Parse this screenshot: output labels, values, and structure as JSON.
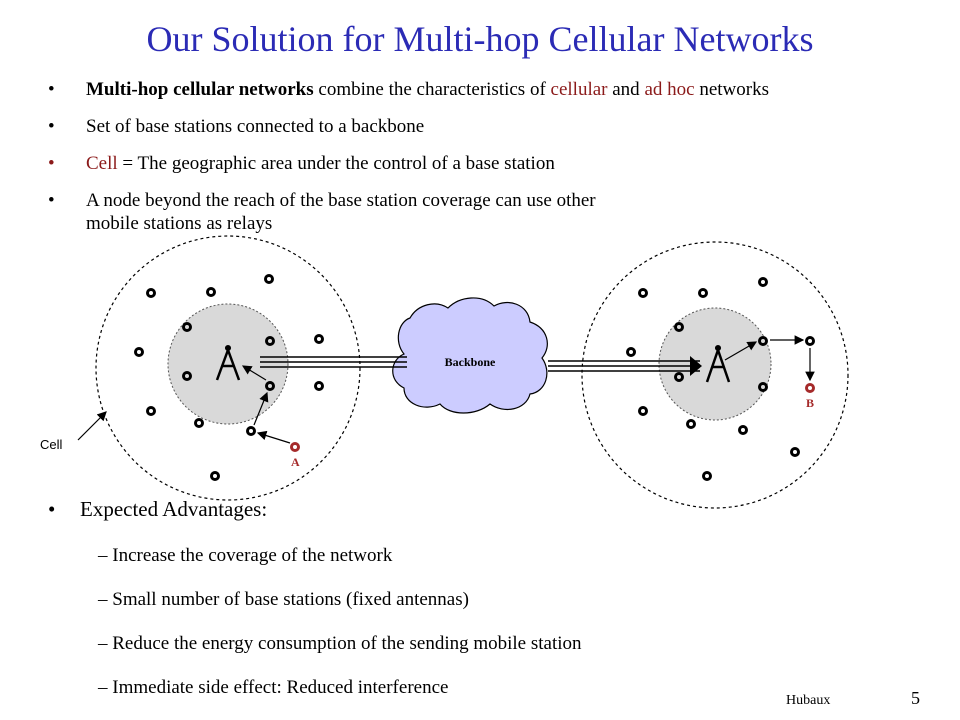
{
  "title": "Our Solution for Multi-hop Cellular Networks",
  "bullets": {
    "b1": {
      "bold": "Multi-hop cellular networks",
      "t1": " combine the characteristics of ",
      "red1": "cellular",
      "t2": " and ",
      "red2": "ad hoc",
      "t3": " networks"
    },
    "b2": "Set of base stations connected to a backbone",
    "b3": {
      "red": "Cell",
      "rest": " = The geographic area under the control of a base station"
    },
    "b4": "A node beyond the reach of the base station coverage can use other mobile stations as relays"
  },
  "diagram": {
    "backbone_label": "Backbone",
    "cell_label": "Cell",
    "node_a_label": "A",
    "node_b_label": "B",
    "colors": {
      "cloud": "#ccccff",
      "coverage": "#d9d9d9",
      "highlight": "#a52a2a"
    }
  },
  "advantages": {
    "heading": "Expected Advantages:",
    "items": [
      "– Increase the coverage of the network",
      "– Small number of base stations (fixed antennas)",
      "– Reduce the energy consumption of the sending mobile station",
      "– Immediate side effect: Reduced interference"
    ]
  },
  "footer": {
    "author": "Hubaux",
    "page": "5"
  }
}
